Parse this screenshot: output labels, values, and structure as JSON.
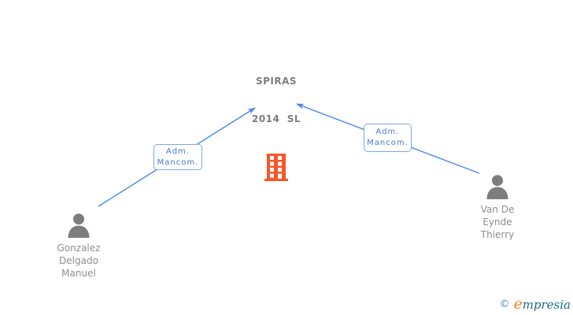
{
  "company": {
    "name_line1": "SPIRAS",
    "name_line2": "2014  SL",
    "icon": "building-icon"
  },
  "relations": [
    {
      "line1": "Adm.",
      "line2": "Mancom.",
      "from": "Gonzalez Delgado Manuel",
      "to": "SPIRAS 2014 SL"
    },
    {
      "line1": "Adm.",
      "line2": "Mancom.",
      "from": "Van De Eynde Thierry",
      "to": "SPIRAS 2014 SL"
    }
  ],
  "persons": [
    {
      "line1": "Gonzalez",
      "line2": "Delgado",
      "line3": "Manuel",
      "icon": "person-icon"
    },
    {
      "line1": "Van De",
      "line2": "Eynde",
      "line3": "Thierry",
      "icon": "person-icon"
    }
  ],
  "branding": {
    "copyright": "©",
    "logo_initial": "e",
    "logo_rest": "mpresia"
  },
  "colors": {
    "edge_blue": "#4a86e8",
    "label_border_blue": "#7aa7e8",
    "label_text_blue": "#4577d0",
    "building_orange": "#f4582b",
    "person_gray": "#7d7d7d",
    "name_text_gray": "#8e8e8e",
    "company_text_gray": "#7d7d7d",
    "logo_copyright_blue": "#4b87a8",
    "logo_initial_orange": "#ef8018",
    "logo_text_teal": "#1d6b85"
  }
}
